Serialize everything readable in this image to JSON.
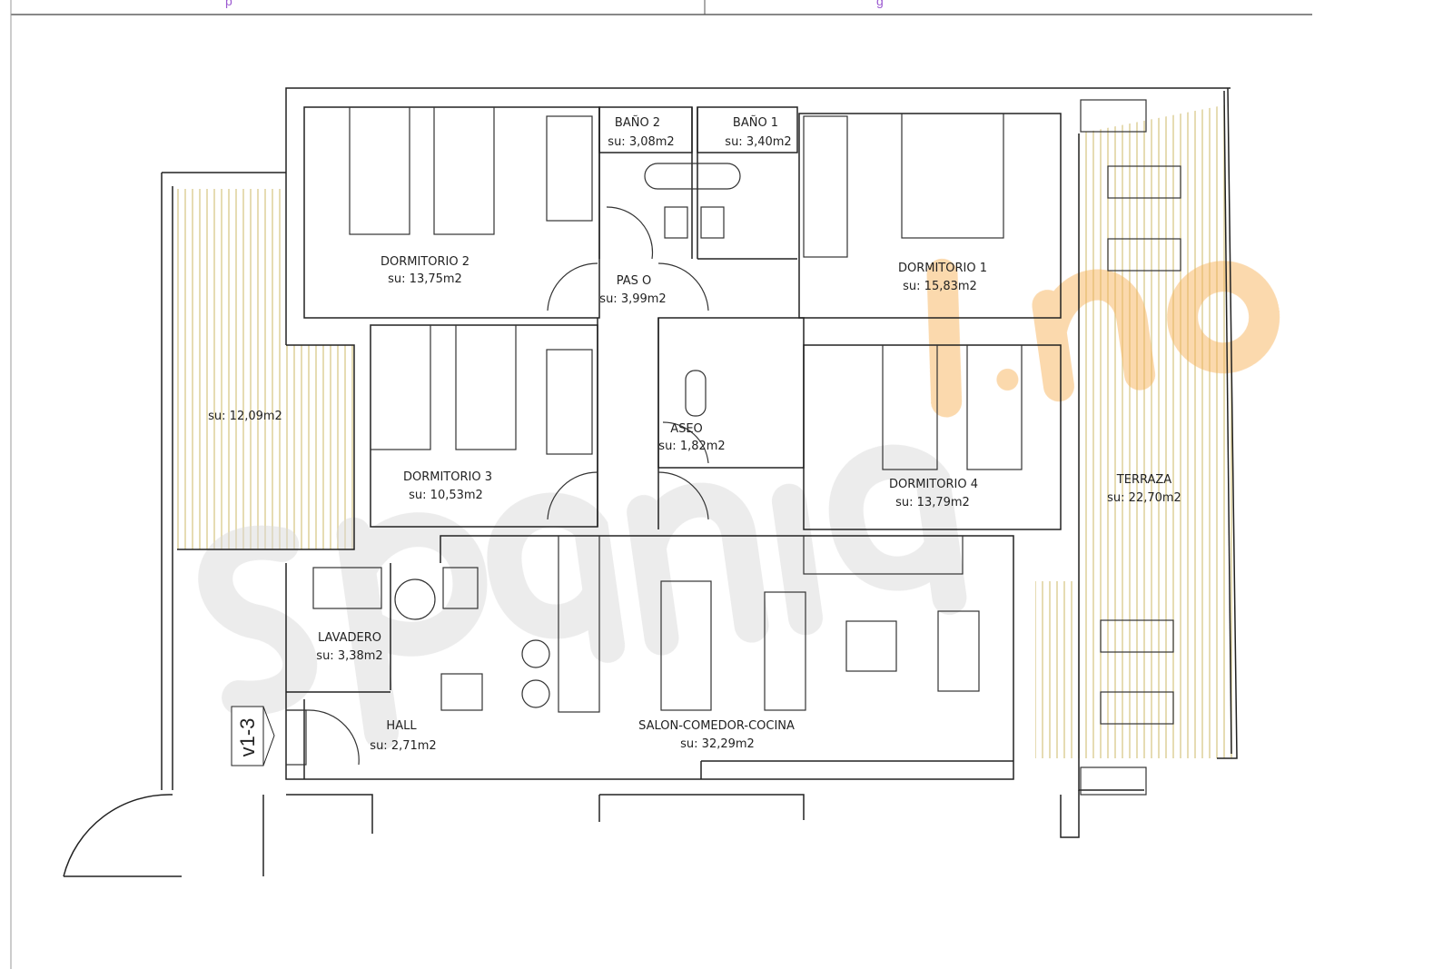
{
  "header": {
    "left_text": "p",
    "right_text": "g"
  },
  "watermark": "spania.no",
  "unit_tag": "v1-3",
  "rooms": [
    {
      "id": "dormitorio-2",
      "name": "DORMITORIO 2",
      "area": "su: 13,75m2"
    },
    {
      "id": "bano-2",
      "name": "BAÑO 2",
      "area": "su: 3,08m2"
    },
    {
      "id": "bano-1",
      "name": "BAÑO 1",
      "area": "su: 3,40m2"
    },
    {
      "id": "dormitorio-1",
      "name": "DORMITORIO 1",
      "area": "su: 15,83m2"
    },
    {
      "id": "paso",
      "name": "PAS O",
      "area": "su: 3,99m2"
    },
    {
      "id": "terraza-izq",
      "name": "",
      "area": "su: 12,09m2"
    },
    {
      "id": "dormitorio-3",
      "name": "DORMITORIO 3",
      "area": "su: 10,53m2"
    },
    {
      "id": "aseo",
      "name": "ASEO",
      "area": "su: 1,82m2"
    },
    {
      "id": "dormitorio-4",
      "name": "DORMITORIO 4",
      "area": "su: 13,79m2"
    },
    {
      "id": "terraza",
      "name": "TERRAZA",
      "area": "su: 22,70m2"
    },
    {
      "id": "lavadero",
      "name": "LAVADERO",
      "area": "su: 3,38m2"
    },
    {
      "id": "hall",
      "name": "HALL",
      "area": "su: 2,71m2"
    },
    {
      "id": "salon",
      "name": "SALON-COMEDOR-COCINA",
      "area": "su: 32,29m2"
    }
  ],
  "colors": {
    "wall": "#222222",
    "deck": "#d9c88a",
    "header_text": "#9b59d0",
    "watermark_grey": "#d9d9d9",
    "watermark_orange": "#f6b25a"
  }
}
